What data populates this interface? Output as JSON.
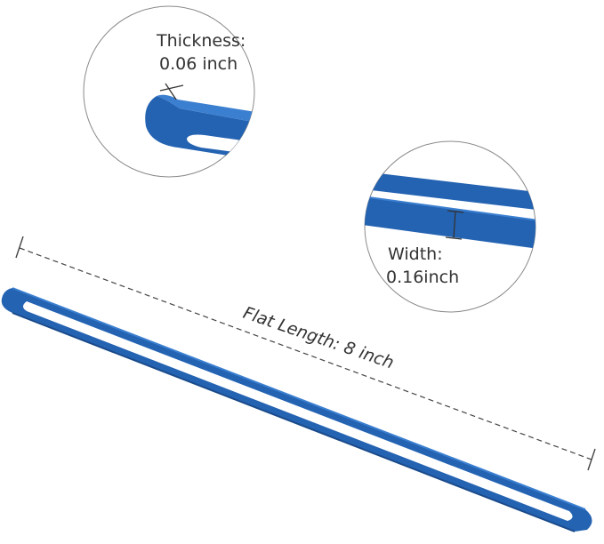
{
  "colors": {
    "band_blue": "#2463b2",
    "band_dark": "#1a4a8a",
    "band_light": "#3b7fd0",
    "circle_stroke": "#8a8a8a",
    "dimension_line": "#444444",
    "text": "#333333"
  },
  "labels": {
    "thickness_title": "Thickness:",
    "thickness_value": "0.06 inch",
    "width_title": "Width:",
    "width_value": "0.16inch",
    "flat_length": "Flat Length:  8 inch"
  }
}
